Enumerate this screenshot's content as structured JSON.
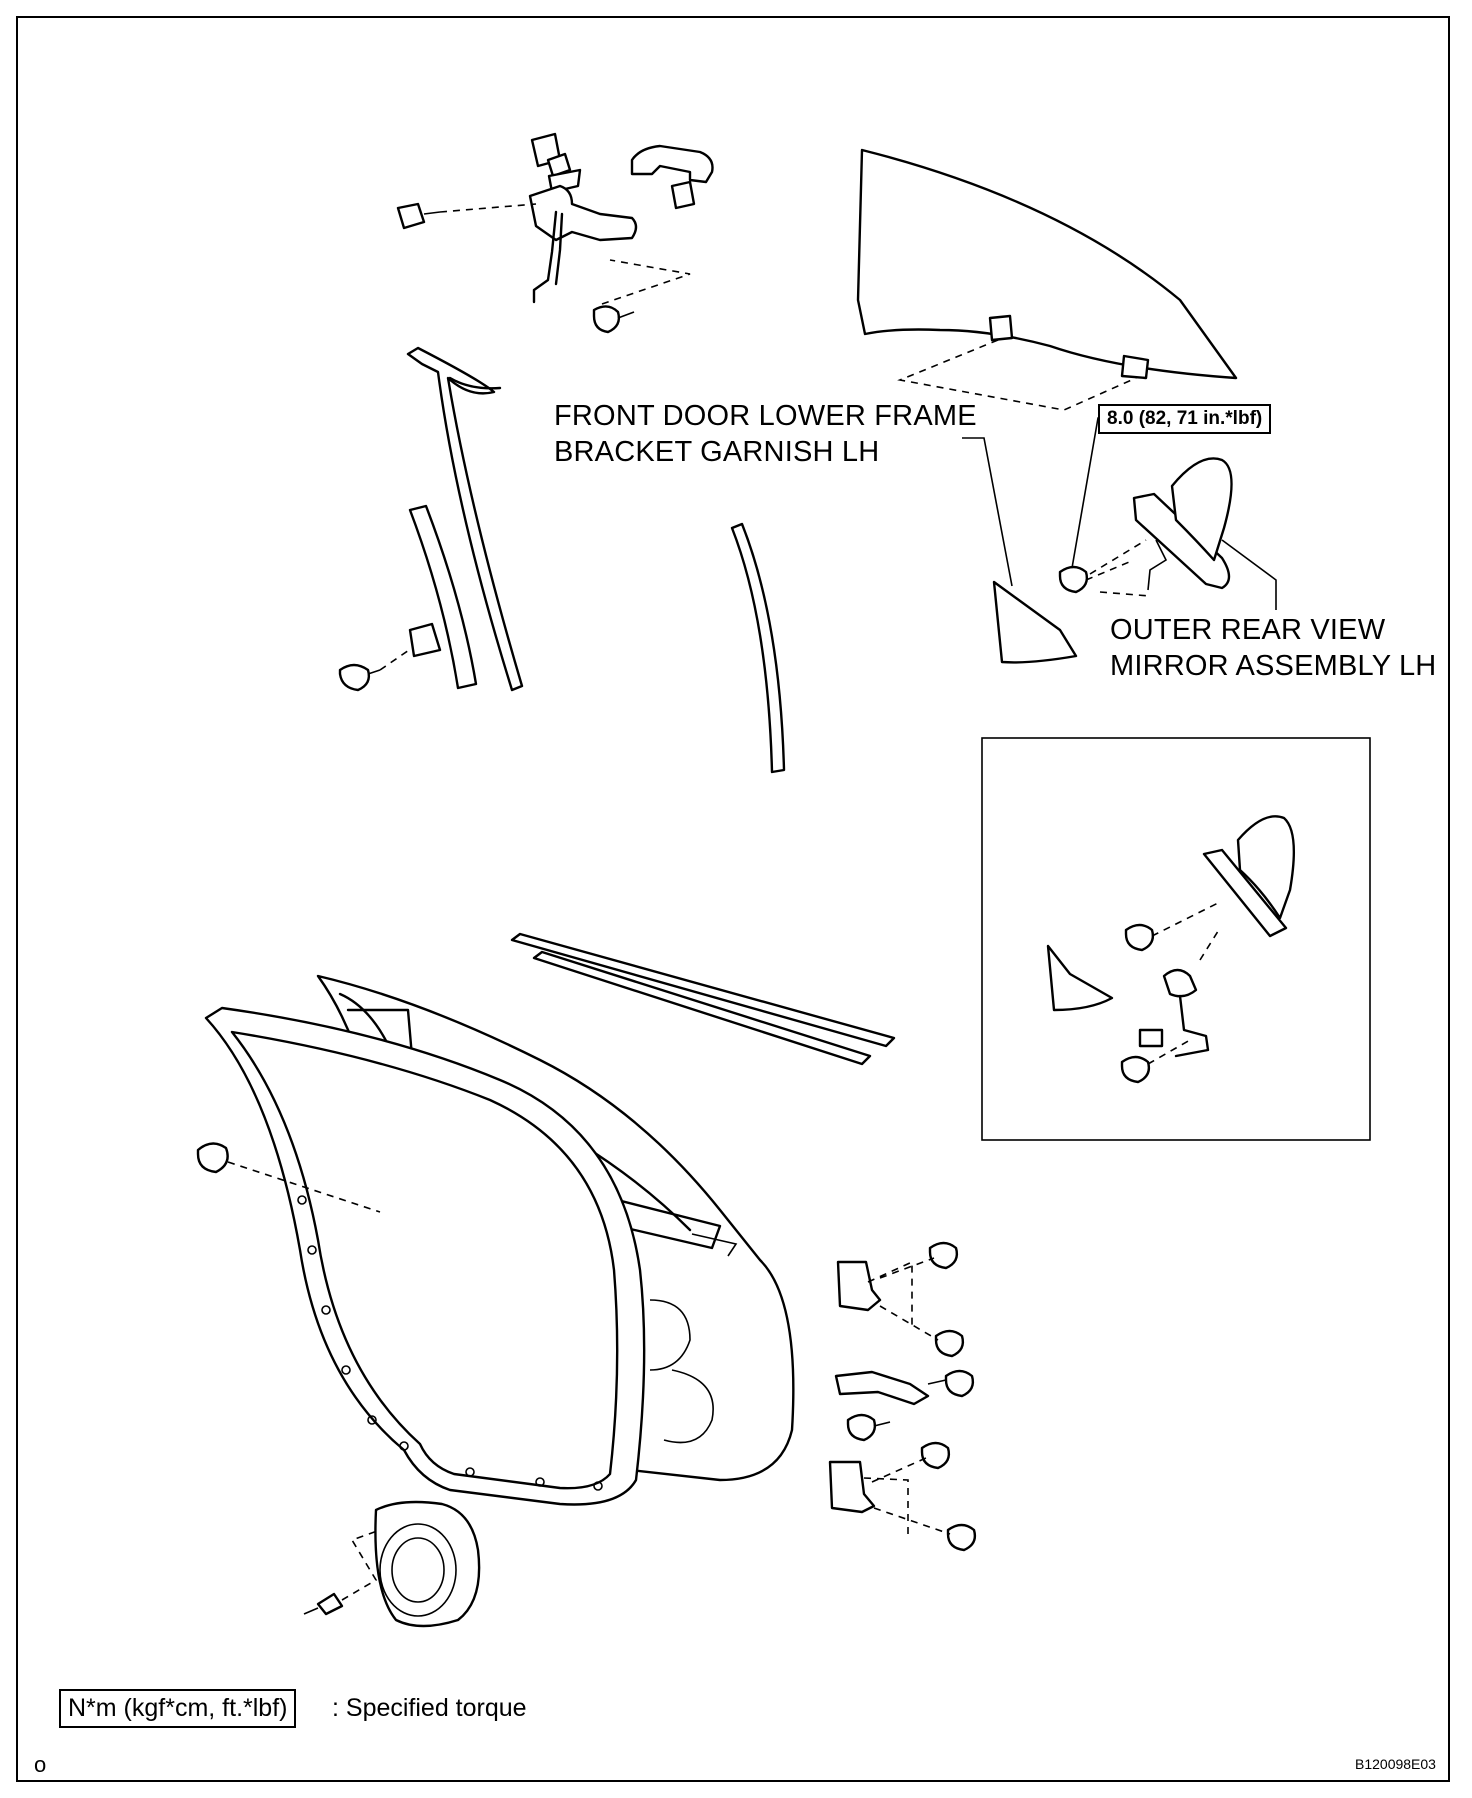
{
  "labels": {
    "lower_frame_line1": "FRONT DOOR LOWER FRAME",
    "lower_frame_line2": "BRACKET GARNISH LH",
    "mirror_line1": "OUTER REAR VIEW",
    "mirror_line2": "MIRROR ASSEMBLY LH",
    "torque_value": "8.0 (82, 71 in.*lbf)"
  },
  "legend": {
    "box_text": "N*m (kgf*cm, ft.*lbf)",
    "description": ": Specified torque"
  },
  "footer": {
    "page_mark": "o",
    "figure_code": "B120098E03"
  }
}
